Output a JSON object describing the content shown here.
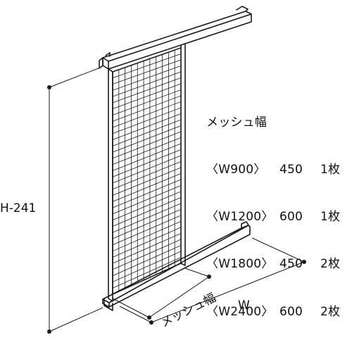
{
  "spec_table": {
    "heading": "メッシュ幅",
    "rows": [
      {
        "model": "〈W900〉",
        "width": "450",
        "count": "1枚"
      },
      {
        "model": "〈W1200〉",
        "width": "600",
        "count": "1枚"
      },
      {
        "model": "〈W1800〉",
        "width": "450",
        "count": "2枚"
      },
      {
        "model": "〈W2400〉",
        "width": "600",
        "count": "2枚"
      }
    ]
  },
  "dimensions": {
    "height_label": "H-241",
    "width_label": "W",
    "mesh_width_label": "メッシュ幅"
  },
  "colors": {
    "line": "#1a1a1a",
    "background": "#ffffff"
  }
}
